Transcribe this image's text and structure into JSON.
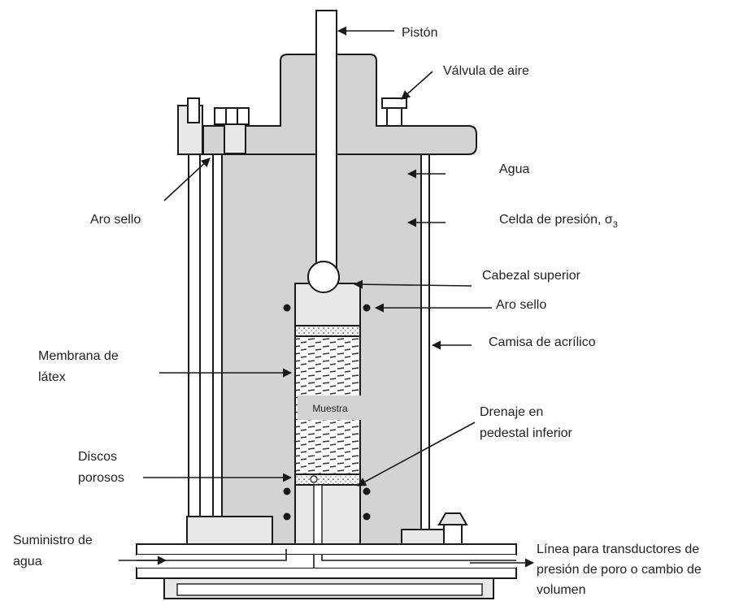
{
  "labels": {
    "piston": "Pistón",
    "air_valve": "Válvula de aire",
    "water": "Agua",
    "pressure_cell": "Celda de presión, σ",
    "pressure_cell_subscript": "3",
    "seal_ring_left": "Aro sello",
    "top_cap": "Cabezal superior",
    "seal_ring_right": "Aro sello",
    "acrylic_jacket": "Camisa de acrílico",
    "latex_membrane_line1": "Membrana de",
    "latex_membrane_line2": "látex",
    "sample": "Muestra",
    "drain_line1": "Drenaje en",
    "drain_line2": "pedestal inferior",
    "porous_discs_line1": "Discos",
    "porous_discs_line2": "porosos",
    "water_supply_line1": "Suministro de",
    "water_supply_line2": "agua",
    "transducer_line1": "Línea para transductores de",
    "transducer_line2": "presión de poro o cambio de",
    "transducer_line3": "volumen"
  },
  "colors": {
    "cell_fill": "#d3d3d3",
    "metal_fill": "#e8e8e8",
    "outline": "#1a1a1a",
    "background": "#ffffff"
  }
}
